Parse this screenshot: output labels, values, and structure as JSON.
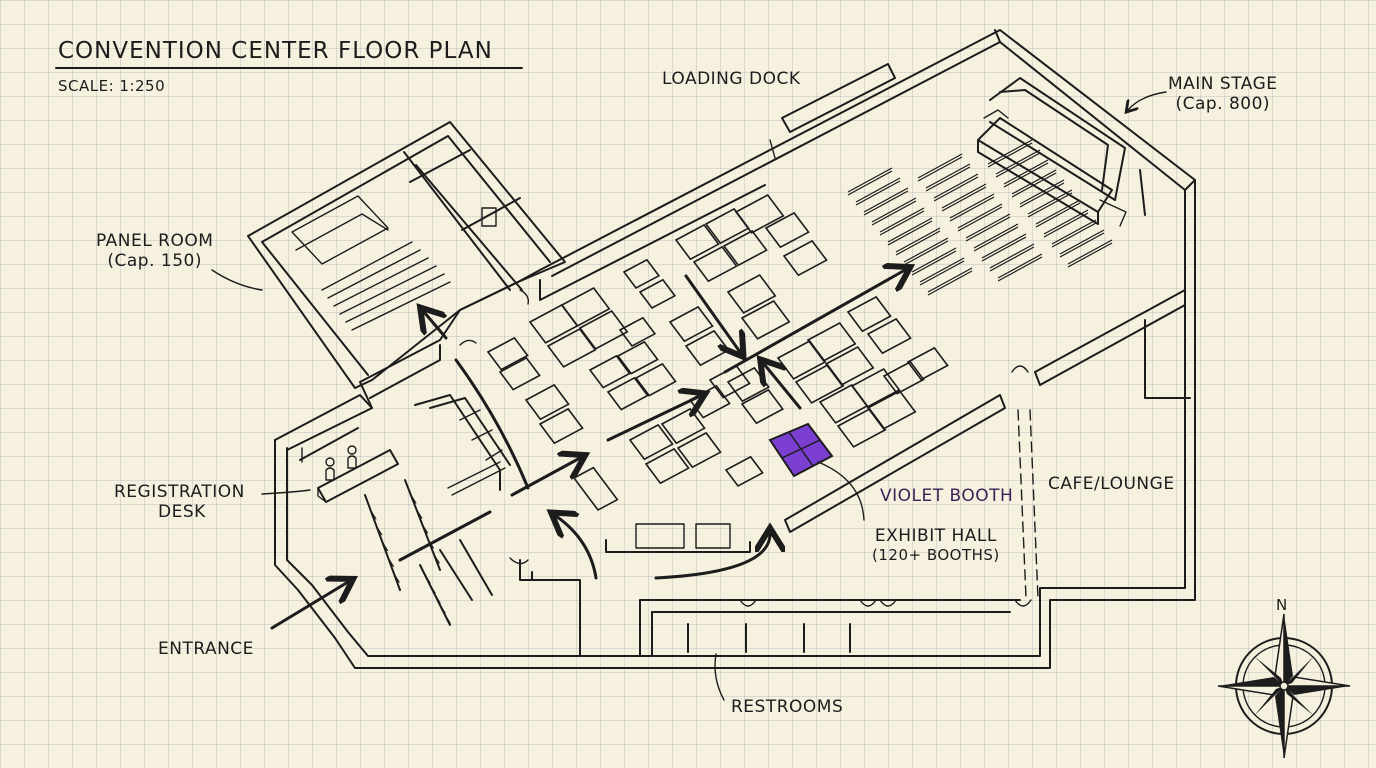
{
  "title": "CONVENTION CENTER FLOOR PLAN",
  "scale": "SCALE: 1:250",
  "labels": {
    "loading_dock": "LOADING DOCK",
    "main_stage": "MAIN STAGE",
    "main_stage_cap": "(Cap. 800)",
    "panel_room": "PANEL ROOM",
    "panel_room_cap": "(Cap. 150)",
    "registration_line1": "REGISTRATION",
    "registration_line2": "DESK",
    "entrance": "ENTRANCE",
    "violet_booth": "VIOLET BOOTH",
    "exhibit_hall": "EXHIBIT HALL",
    "exhibit_hall_cap": "(120+ BOOTHS)",
    "cafe_lounge": "CAFE/LOUNGE",
    "restrooms": "RESTROOMS"
  },
  "compass": {
    "north": "N"
  },
  "colors": {
    "ink": "#1c1c1c",
    "paper": "#f6f1df",
    "grid": "#8a92a3",
    "violet_booth": "#7a3fd0",
    "violet_label": "#3a1f55"
  },
  "icons": [
    "compass-rose-icon",
    "arrow-icon"
  ]
}
